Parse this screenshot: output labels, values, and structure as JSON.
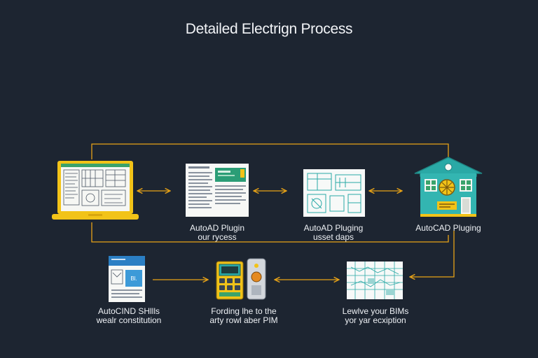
{
  "title": "Detailed Electrign Process",
  "colors": {
    "background": "#1d2531",
    "connector": "#e8a317",
    "laptop": "#f2c318",
    "teal": "#2aa9a6",
    "green": "#39a86b"
  },
  "nodes": {
    "laptop": {
      "icon": "laptop-icon"
    },
    "doc1": {
      "icon": "document-icon",
      "label": [
        "AutoAD Plugin",
        "our rycess"
      ]
    },
    "blueprint": {
      "icon": "blueprint-icon",
      "label": [
        "AutoAD Pluging",
        "usset daps"
      ]
    },
    "house": {
      "icon": "house-icon",
      "label": [
        "AutoCAD Pluging"
      ]
    },
    "report": {
      "icon": "report-icon",
      "label": [
        "AutoCIND SHllls",
        "wealr constitution"
      ]
    },
    "machine": {
      "icon": "machine-icon",
      "label": [
        "Fording lhe to the",
        "arty rowl aber PIM"
      ]
    },
    "map": {
      "icon": "map-icon",
      "label": [
        "Lewlve your BIMs",
        "yor yar ecxiption"
      ]
    }
  }
}
